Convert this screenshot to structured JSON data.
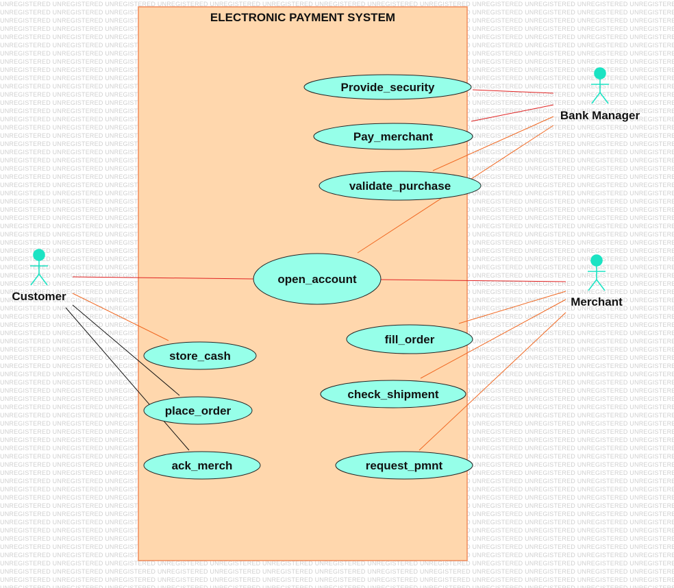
{
  "watermark": "UNREGISTERED",
  "colors": {
    "system_fill": "#ffd7ad",
    "system_stroke": "#f08a5a",
    "usecase_fill": "#96ffe9",
    "usecase_stroke": "#222222",
    "actor_color": "#1be3c3",
    "assoc_red": "#e02020",
    "assoc_orange": "#f0661f",
    "assoc_black": "#111111"
  },
  "system": {
    "title": "ELECTRONIC PAYMENT SYSTEM"
  },
  "actors": {
    "customer": "Customer",
    "bank_manager": "Bank Manager",
    "merchant": "Merchant"
  },
  "use_cases": {
    "provide_security": "Provide_security",
    "pay_merchant": "Pay_merchant",
    "validate_purchase": "validate_purchase",
    "open_account": "open_account",
    "fill_order": "fill_order",
    "store_cash": "store_cash",
    "check_shipment": "check_shipment",
    "place_order": "place_order",
    "ack_merch": "ack_merch",
    "request_pmnt": "request_pmnt"
  }
}
